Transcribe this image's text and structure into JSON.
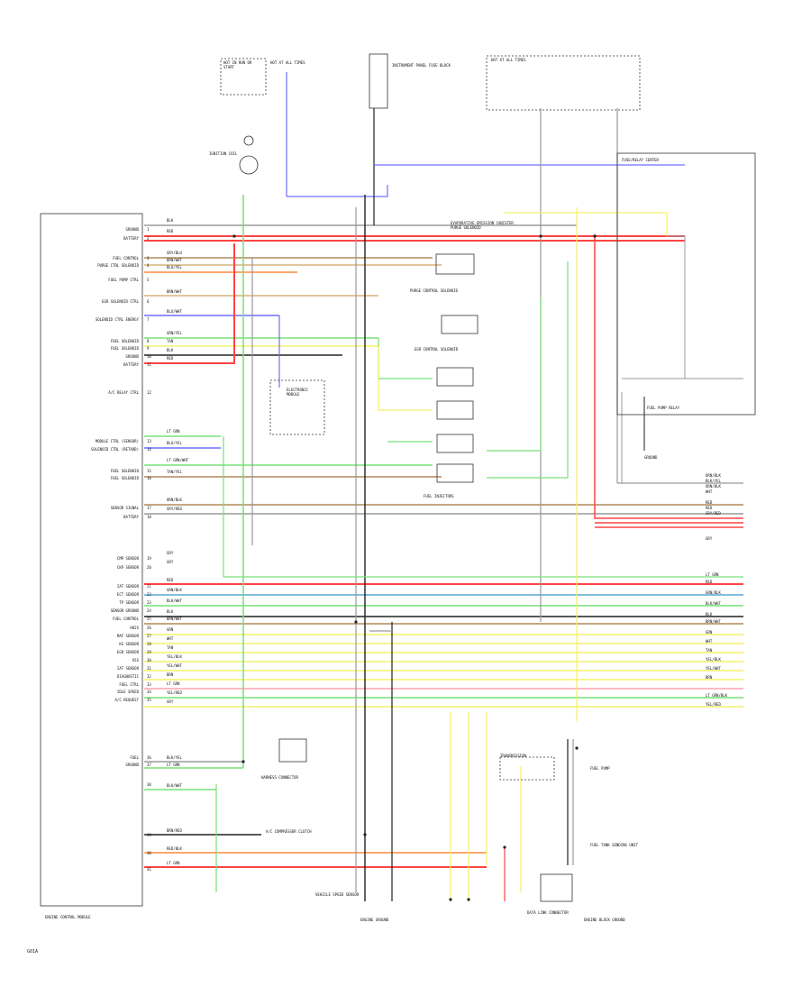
{
  "diagram": {
    "figure_id": "G01A",
    "ecm_bottom_left": "ENGINE CONTROL MODULE",
    "bottom_left": "ENGINE CONTROL MODULE",
    "ecm_pin_labels": [
      "GROUND",
      "BATTERY",
      "FUEL CONTROL",
      "PURGE CTRL SOLENOID",
      "FUEL PUMP CTRL",
      "EGR SOLENOID CTRL",
      "SOLENOID CTRL ENERGY",
      "FUEL SOLENOID",
      "FUEL SOLENOID",
      "GROUND",
      "BATTERY",
      "A/C RELAY CTRL",
      "MODULE CTRL (SENSOR)",
      "SOLENOID CTRL (RETARD)",
      "FUEL SOLENOID",
      "FUEL SOLENOID",
      "SENSOR SIGNAL",
      "BATTERY",
      "CMP SENSOR",
      "CKP SENSOR",
      "IAT SENSOR",
      "ECT SENSOR",
      "TP SENSOR",
      "SENSOR GROUND",
      "FUEL CONTROL",
      "HO2S",
      "MAF SENSOR",
      "KS SENSOR",
      "EGR SENSOR",
      "VSS",
      "IAT SENSOR",
      "DIAGNOSTIC",
      "FUEL CTRL",
      "IDLE SPEED",
      "A/C REQUEST",
      "FUEL",
      "GROUND"
    ],
    "wire_color_labels": [
      "BLK",
      "RED",
      "GRY/BLU",
      "BRN/WHT",
      "BLU/YEL",
      "BRN/WHT",
      "BLU/WHT",
      "GRN/YEL",
      "TAN",
      "BLK",
      "RED",
      "LT GRN",
      "BLU/YEL",
      "LT GRN/WHT",
      "TAN/YEL",
      "ORN/BLK",
      "GRY/RED",
      "GRY",
      "GRY",
      "RED",
      "GRN/BLK",
      "BLK/WHT",
      "BLK",
      "BRN/WHT",
      "GRN",
      "WHT",
      "TAN",
      "YEL/BLK",
      "YEL/WHT",
      "BRN",
      "LT GRN",
      "YEL/RED",
      "GRY",
      "BLK/YEL",
      "LT GRN",
      "BLK/WHT",
      "BRN/RED",
      "RED/BLK",
      "LT GRN"
    ],
    "right_wire_labels": [
      "ORN/BLK",
      "BLK/YEL",
      "ORN/BLK",
      "WHT",
      "RED",
      "RED",
      "GRY/RED",
      "GRY",
      "LT GRN",
      "RED",
      "GRN/BLK",
      "BLK/WHT",
      "BLK",
      "BRN/WHT",
      "GRN",
      "WHT",
      "TAN",
      "YEL/BLK",
      "YEL/WHT",
      "BRN",
      "LT GRN/BLK",
      "YEL/RED"
    ],
    "component_labels": {
      "fuse_left": "HOT IN RUN OR START",
      "fuse_mid": "HOT AT ALL TIMES",
      "fuse_block": "INSTRUMENT PANEL FUSE BLOCK",
      "top_right_box": "HOT AT ALL TIMES",
      "relay_box": "FUSE/RELAY CENTER",
      "ground": "GROUND",
      "fuel_pump_relay": "FUEL PUMP RELAY",
      "ignition_coil": "IGNITION COIL",
      "fuel_injectors": "FUEL INJECTORS",
      "purge_solenoid": "PURGE CONTROL SOLENOID",
      "egr_solenoid": "EGR CONTROL SOLENOID",
      "canister_vent": "EVAPORATIVE EMISSION CANISTER PURGE SOLENOID",
      "module": "ELECTRONIC MODULE",
      "a_c": "A/C COMPRESSOR CLUTCH",
      "dlc": "DATA LINK CONNECTOR",
      "fuel_pump": "FUEL PUMP",
      "tank_unit": "FUEL TANK SENDING UNIT",
      "engine_ground": "ENGINE GROUND",
      "transmission": "TRANSMISSION",
      "vss": "VEHICLE SPEED SENSOR",
      "block_ground": "ENGINE BLOCK GROUND",
      "harness": "HARNESS CONNECTOR"
    },
    "colors": {
      "red": "#ff4444",
      "pink": "#ff9fb0",
      "blue": "#6f6fff",
      "green": "#79e079",
      "yellow": "#f4f06a",
      "orange": "#ff8a3a",
      "tan": "#d8b27a",
      "brown": "#b08a5a",
      "gray": "#9a9a9a",
      "black": "#222222",
      "teal": "#5aa6d6"
    }
  }
}
